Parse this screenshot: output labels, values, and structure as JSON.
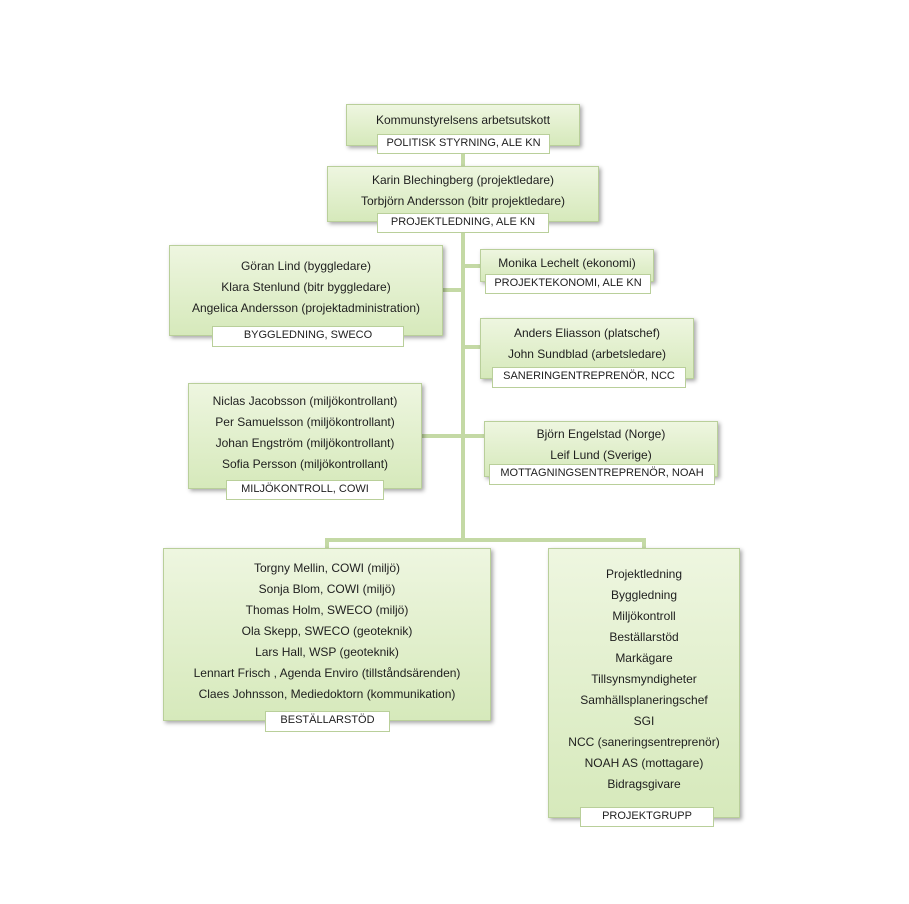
{
  "colors": {
    "connector": "#c4d9a5",
    "box_border": "#b9cf9a",
    "box_top": "#eef6e0",
    "box_bottom": "#d6e9bb"
  },
  "nodes": {
    "politisk": {
      "lines": [
        "Kommunstyrelsens arbetsutskott"
      ],
      "tag": "POLITISK STYRNING, ALE KN"
    },
    "projektledning": {
      "lines": [
        "Karin Blechingberg (projektledare)",
        "Torbjörn Andersson (bitr projektledare)"
      ],
      "tag": "PROJEKTLEDNING, ALE KN"
    },
    "byggledning": {
      "lines": [
        "Göran Lind  (byggledare)",
        "Klara Stenlund (bitr byggledare)",
        "Angelica Andersson (projektadministration)"
      ],
      "tag": "BYGGLEDNING, SWECO"
    },
    "projektekonomi": {
      "lines": [
        "Monika  Lechelt (ekonomi)"
      ],
      "tag": "PROJEKTEKONOMI, ALE KN"
    },
    "sanering": {
      "lines": [
        "Anders Eliasson (platschef)",
        "John Sundblad (arbetsledare)"
      ],
      "tag": "SANERINGENTREPRENÖR, NCC"
    },
    "miljokontroll": {
      "lines": [
        "Niclas Jacobsson (miljökontrollant)",
        "Per Samuelsson (miljökontrollant)",
        "Johan Engström (miljökontrollant)",
        "Sofia Persson (miljökontrollant)"
      ],
      "tag": "MILJÖKONTROLL, COWI"
    },
    "mottagning": {
      "lines": [
        "Björn Engelstad (Norge)",
        "Leif Lund (Sverige)"
      ],
      "tag": "MOTTAGNINGSENTREPRENÖR, NOAH"
    },
    "bestallarstod": {
      "lines": [
        "Torgny Mellin, COWI (miljö)",
        "Sonja Blom, COWI (miljö)",
        "Thomas Holm, SWECO (miljö)",
        "Ola Skepp, SWECO (geoteknik)",
        "Lars Hall, WSP (geoteknik)",
        "Lennart Frisch , Agenda Enviro (tillståndsärenden)",
        "Claes Johnsson, Mediedoktorn (kommunikation)"
      ],
      "tag": "BESTÄLLARSTÖD"
    },
    "projektgrupp": {
      "lines": [
        "Projektledning",
        "Byggledning",
        "Miljökontroll",
        "Beställarstöd",
        "Markägare",
        "Tillsynsmyndigheter",
        "Samhällsplaneringschef",
        "SGI",
        "NCC (saneringsentreprenör)",
        "NOAH AS (mottagare)",
        "Bidragsgivare"
      ],
      "tag": "PROJEKTGRUPP"
    }
  }
}
